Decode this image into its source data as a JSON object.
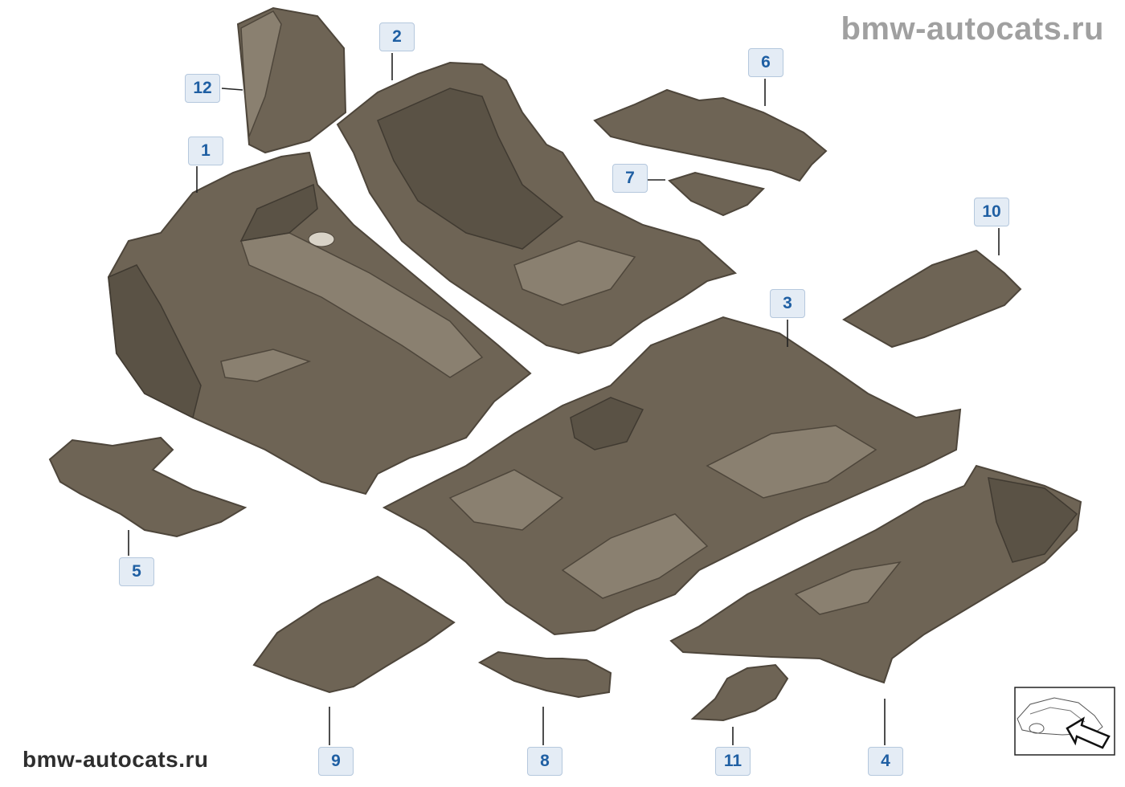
{
  "watermark": {
    "top": "bmw-autocats.ru",
    "bottom": "bmw-autocats.ru"
  },
  "colors": {
    "callout_fill": "#e4ecf5",
    "callout_border": "#b5c8dd",
    "callout_text": "#1f5fa3",
    "part": "#6e6455"
  },
  "callouts": [
    "1",
    "2",
    "3",
    "4",
    "5",
    "6",
    "7",
    "8",
    "9",
    "10",
    "11",
    "12"
  ],
  "nav_icon": "car-view-arrow-icon"
}
